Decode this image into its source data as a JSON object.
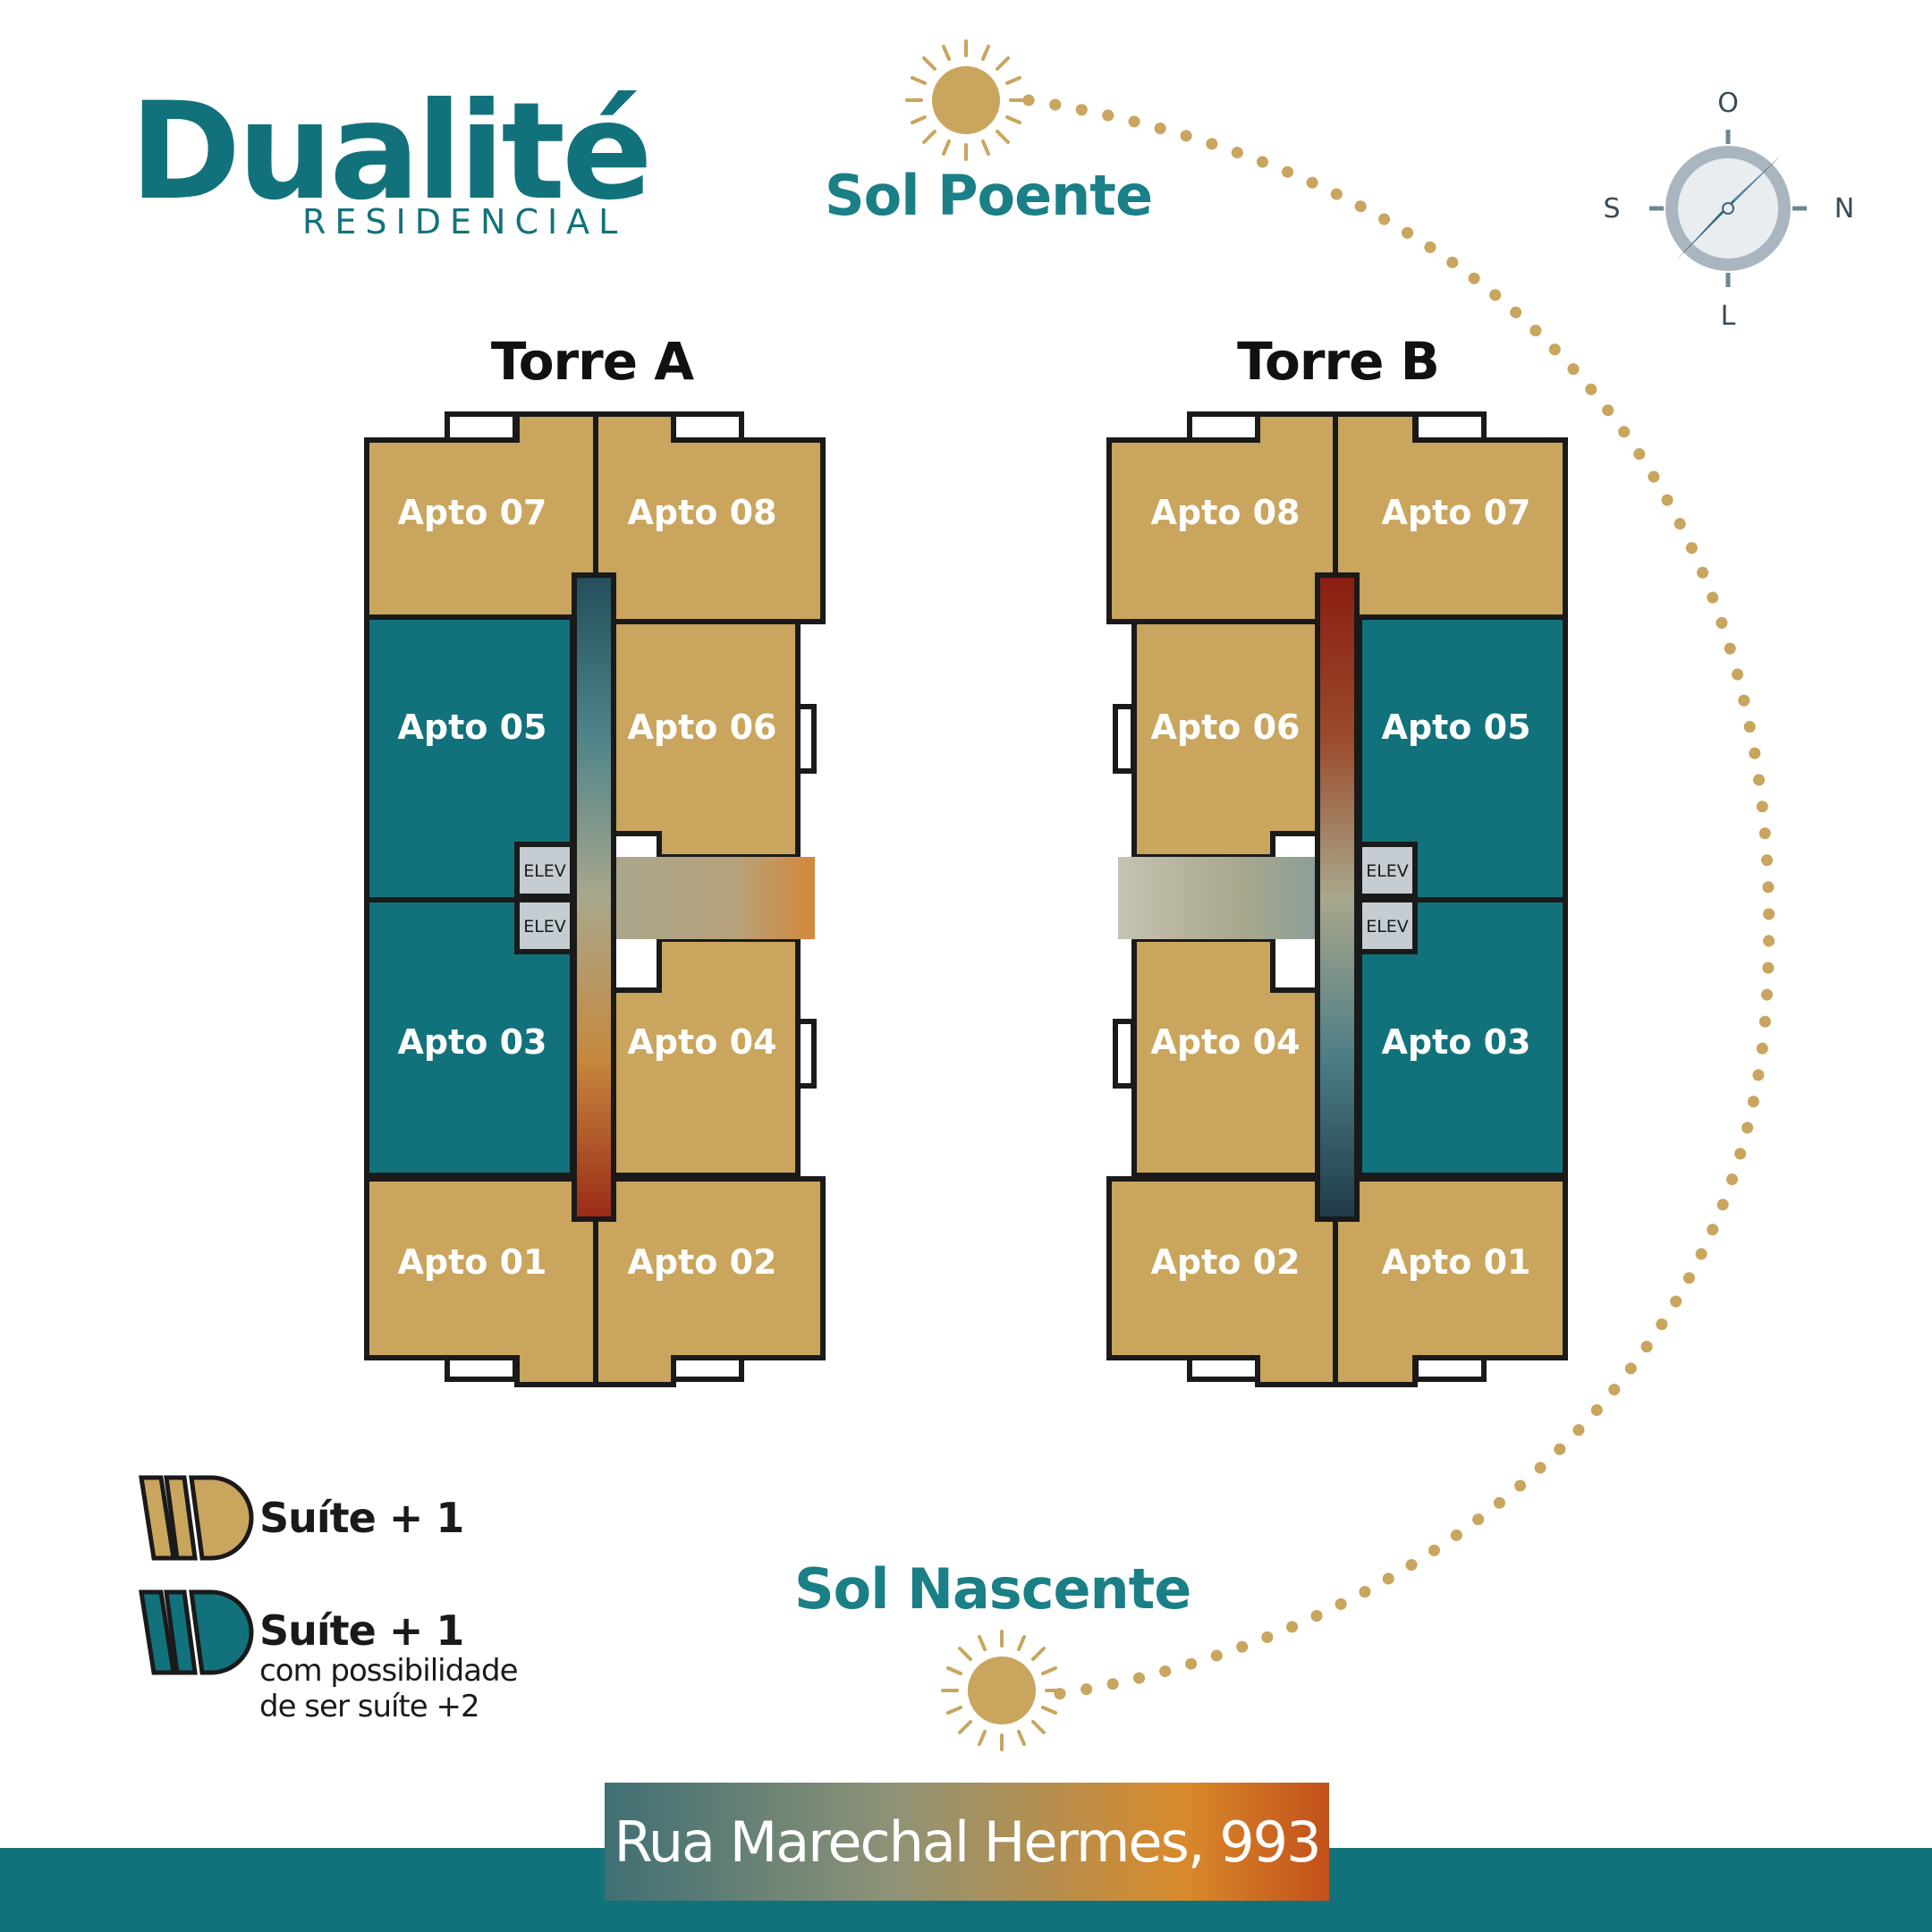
{
  "logo": {
    "word": "Dualité",
    "subtitle": "RESIDENCIAL"
  },
  "sun": {
    "sunset_label": "Sol Poente",
    "sunrise_label": "Sol Nascente",
    "color": "#c9a55e"
  },
  "compass": {
    "top": "O",
    "left": "S",
    "right": "N",
    "bottom": "L"
  },
  "towers": [
    {
      "title": "Torre A",
      "units": [
        "Apto 07",
        "Apto 08",
        "Apto 05",
        "Apto 06",
        "Apto 03",
        "Apto 04",
        "Apto 01",
        "Apto 02"
      ],
      "elevators": [
        "ELEV",
        "ELEV"
      ]
    },
    {
      "title": "Torre B",
      "units": [
        "Apto 08",
        "Apto 07",
        "Apto 06",
        "Apto 05",
        "Apto 04",
        "Apto 03",
        "Apto 02",
        "Apto 01"
      ],
      "elevators": [
        "ELEV",
        "ELEV"
      ]
    }
  ],
  "legend": [
    {
      "label": "Suíte + 1",
      "color": "#c9a55e"
    },
    {
      "label": "Suíte + 1",
      "sub1": "com possibilidade",
      "sub2": "de ser suíte +2",
      "color": "#12727c"
    }
  ],
  "address": "Rua Marechal Hermes, 993",
  "colors": {
    "gold": "#c9a55e",
    "teal": "#12727c",
    "outline": "#1a1a1a"
  }
}
